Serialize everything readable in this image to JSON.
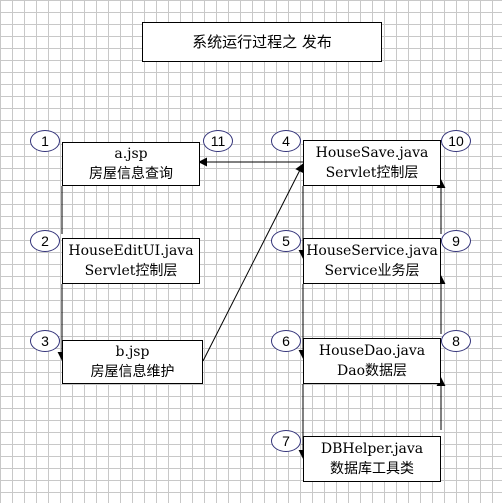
{
  "title": "系统运行过程之 发布",
  "boxes": {
    "a": {
      "line1": "a.jsp",
      "line2": "房屋信息查询"
    },
    "edit": {
      "line1": "HouseEditUI.java",
      "line2": "Servlet控制层"
    },
    "b": {
      "line1": "b.jsp",
      "line2": "房屋信息维护"
    },
    "save": {
      "line1": "HouseSave.java",
      "line2": "Servlet控制层"
    },
    "service": {
      "line1": "HouseService.java",
      "line2": "Service业务层"
    },
    "dao": {
      "line1": "HouseDao.java",
      "line2": "Dao数据层"
    },
    "helper": {
      "line1": "DBHelper.java",
      "line2": "数据库工具类"
    }
  },
  "badges": {
    "b1": "1",
    "b2": "2",
    "b3": "3",
    "b4": "4",
    "b5": "5",
    "b6": "6",
    "b7": "7",
    "b8": "8",
    "b9": "9",
    "b10": "10",
    "b11": "11"
  }
}
